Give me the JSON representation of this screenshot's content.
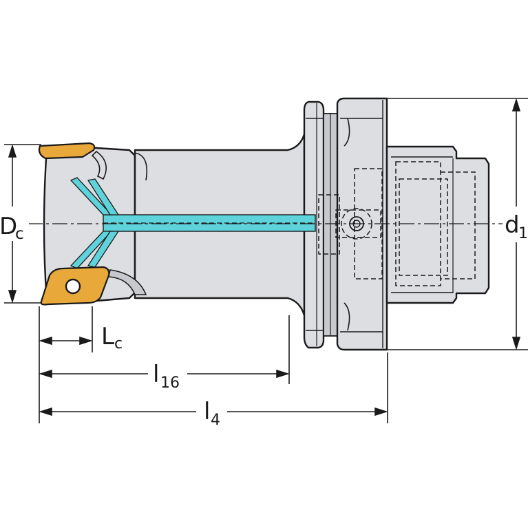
{
  "labels": {
    "dc_main": "D",
    "dc_sub": "c",
    "d1_main": "d",
    "d1_sub": "1",
    "lc_main": "L",
    "lc_sub": "c",
    "l16_main": "l",
    "l16_sub": "16",
    "l4_main": "l",
    "l4_sub": "4"
  },
  "colors": {
    "body": "#dcdee2",
    "body_shade": "#c6c9ce",
    "outline": "#1a1a1a",
    "coolant": "#5fd3db",
    "insert": "#e8a93a",
    "background": "#ffffff"
  }
}
